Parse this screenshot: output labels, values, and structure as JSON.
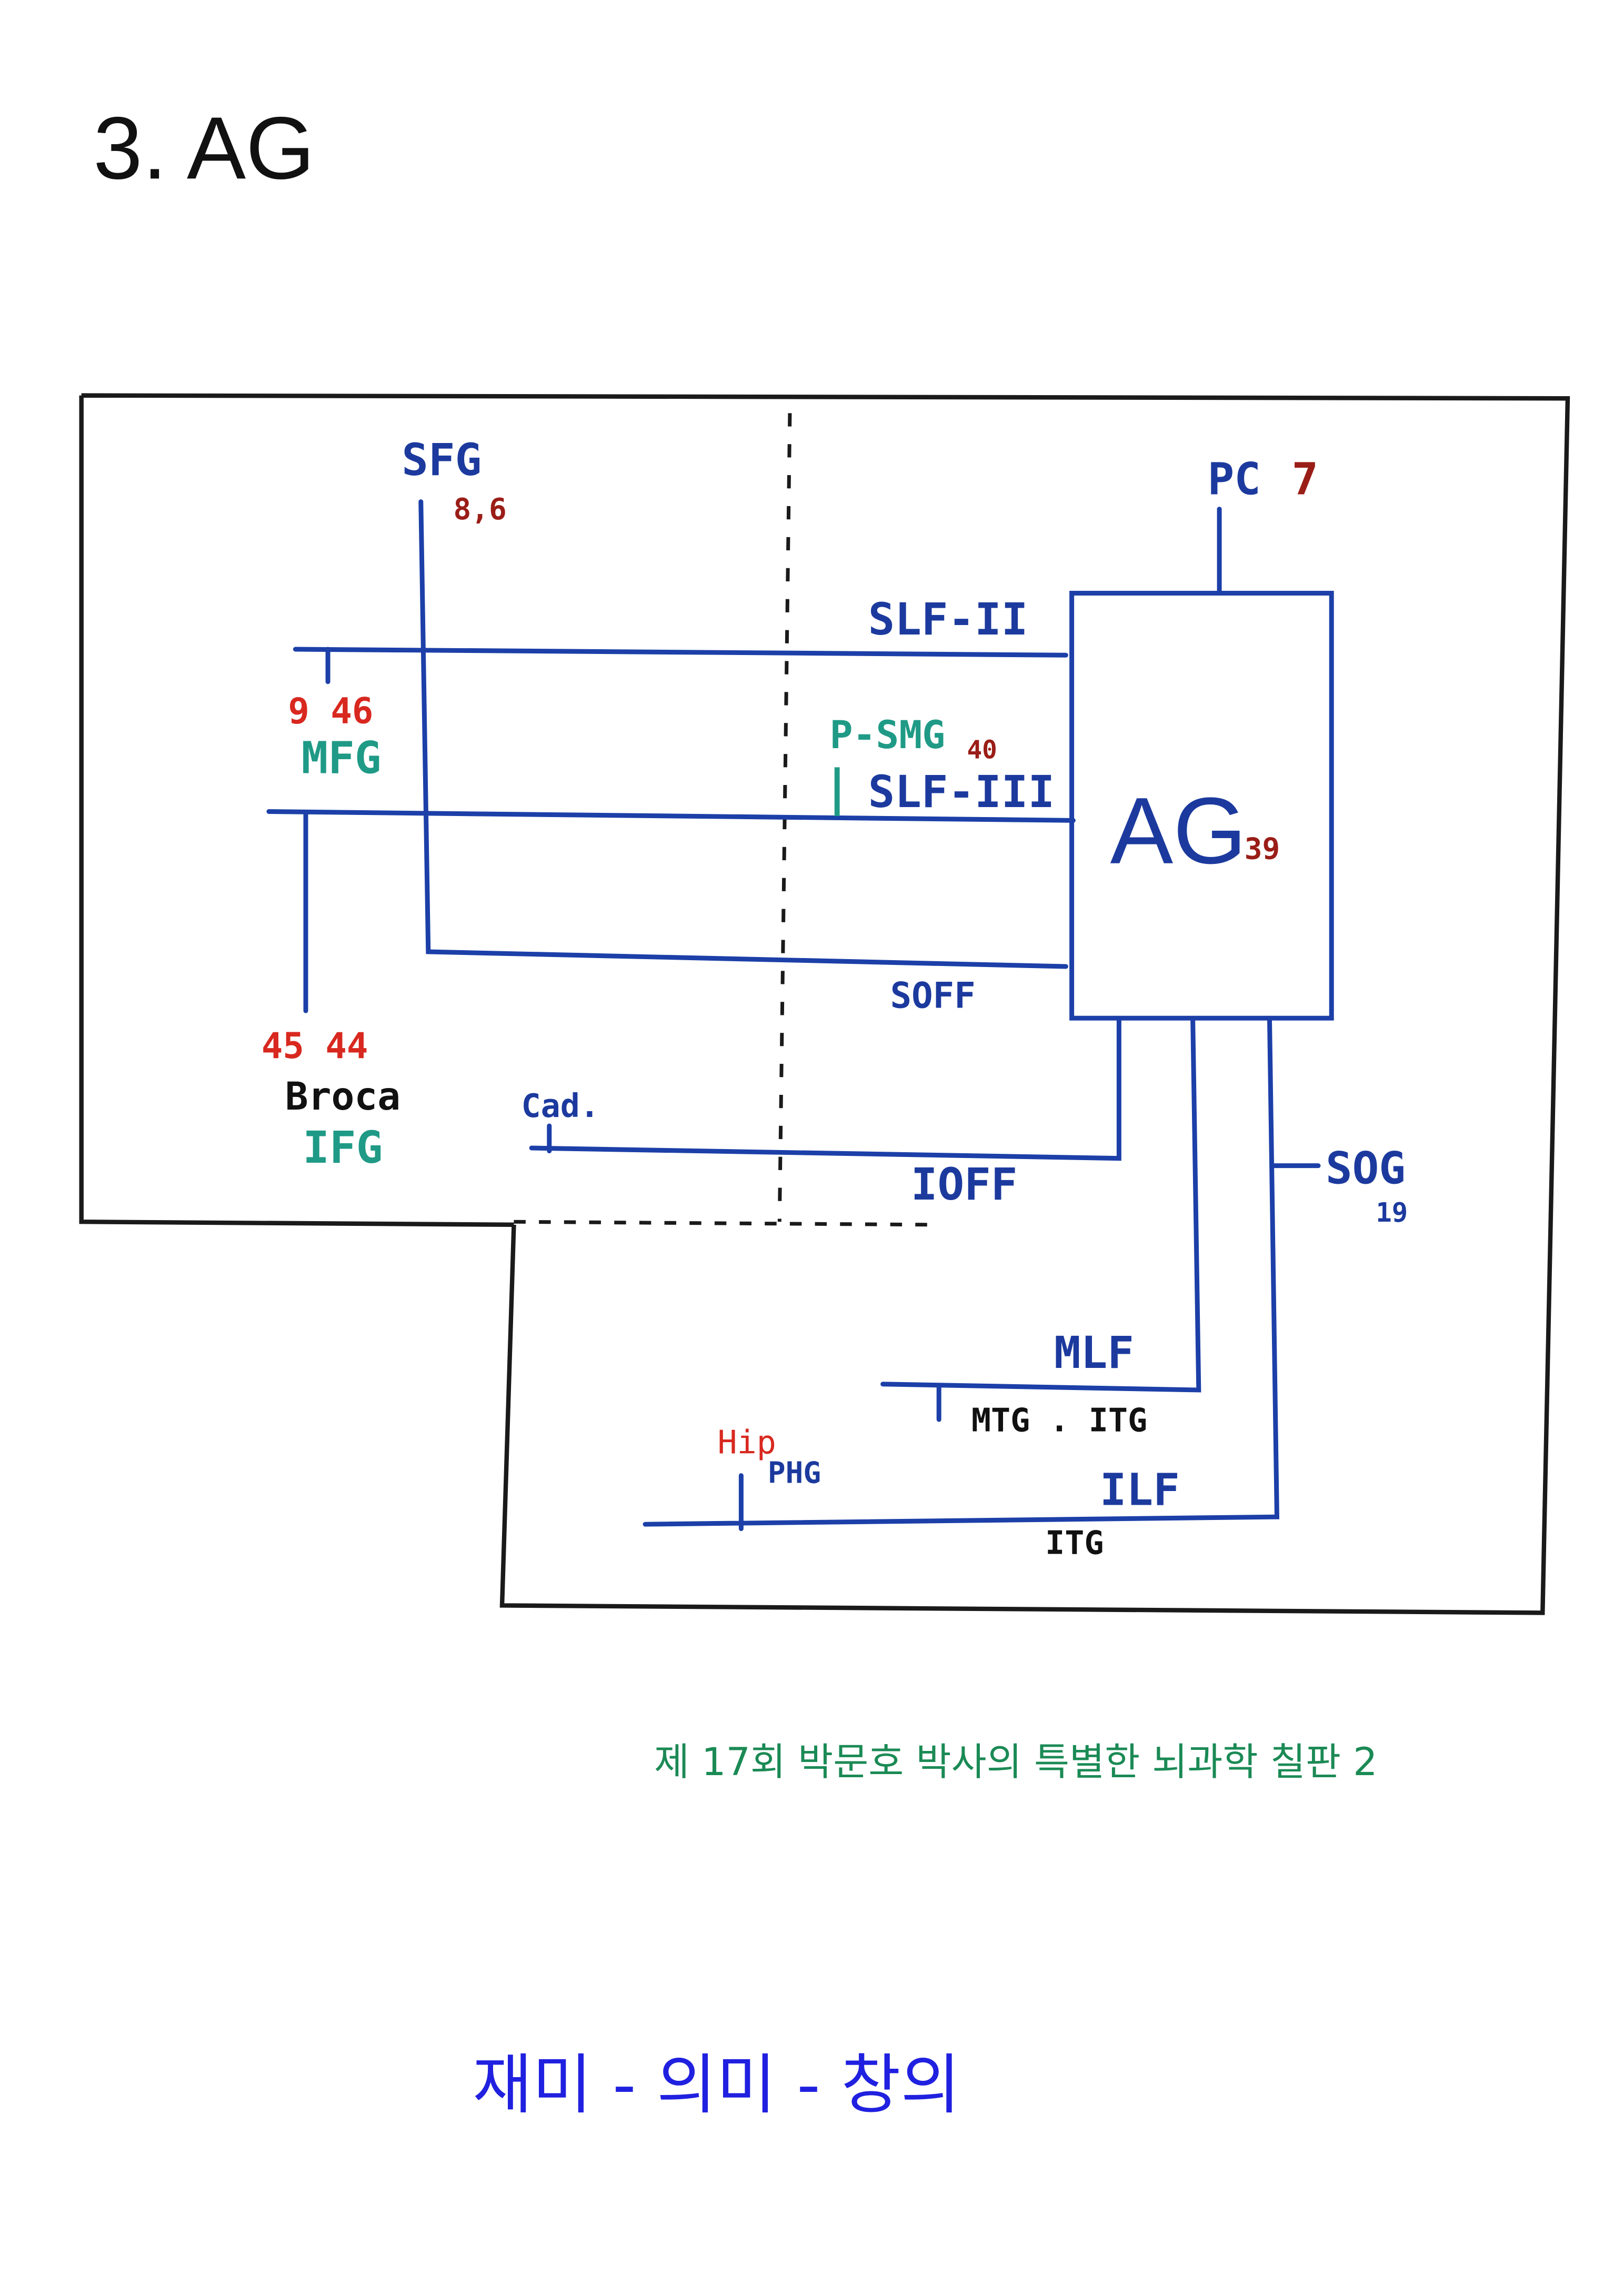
{
  "title": "3. AG",
  "diagram": {
    "center": {
      "label": "AG",
      "area": "39"
    },
    "top": {
      "label": "PC",
      "area": "7"
    },
    "sfg": {
      "label": "SFG",
      "area": "8,6"
    },
    "mfg": {
      "label": "MFG",
      "area": "9 46"
    },
    "ifg": {
      "label": "IFG",
      "name": "Broca",
      "area": "45 44"
    },
    "psmg": {
      "label": "P-SMG",
      "area": "40"
    },
    "tracts": {
      "slf2": "SLF-II",
      "slf3": "SLF-III",
      "soff": "SOFF",
      "ioff": "IOFF",
      "mlf": "MLF",
      "ilf": "ILF"
    },
    "cad": "Cad.",
    "sog": {
      "label": "SOG",
      "area": "19"
    },
    "mtg_itg": "MTG . ITG",
    "hip": "Hip",
    "phg": "PHG",
    "itg": "ITG"
  },
  "footer": {
    "series": "제 17회 박문호 박사의 특별한 뇌과학 칠판 2",
    "motto": "재미 - 의미 - 창의"
  },
  "colors": {
    "line": "#1c3fa8",
    "series": "#1b8a55",
    "motto": "#2020e0"
  }
}
